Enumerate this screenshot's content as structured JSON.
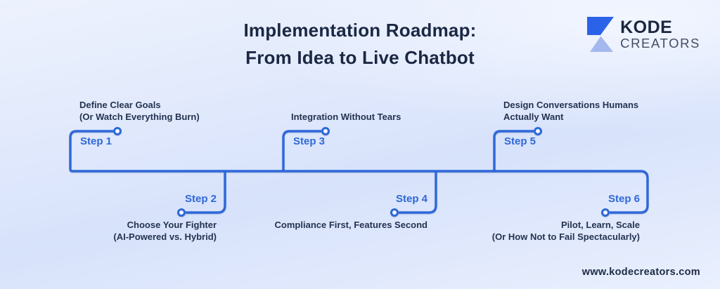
{
  "page": {
    "title_line1": "Implementation Roadmap:",
    "title_line2": "From Idea to Live Chatbot",
    "website": "www.kodecreators.com"
  },
  "brand": {
    "name": "KODE",
    "subname": "CREATORS",
    "logo_icon": "k-mark-icon",
    "logo_dark_color": "#2b63e8",
    "logo_light_color": "#a5b8ee"
  },
  "colors": {
    "accent_blue": "#2f68d8",
    "heading_navy": "#1b2844",
    "text_navy": "#243350",
    "background_light": "#edf2fd",
    "background_mid": "#d7e2fb"
  },
  "timeline": {
    "orientation": "horizontal",
    "milestone_count": 6,
    "steps": [
      {
        "label": "Step 1",
        "position": "above",
        "lines": [
          "Define Clear Goals",
          "(Or Watch Everything Burn)"
        ]
      },
      {
        "label": "Step 2",
        "position": "below",
        "lines": [
          "Choose Your Fighter",
          "(AI-Powered vs. Hybrid)"
        ]
      },
      {
        "label": "Step 3",
        "position": "above",
        "lines": [
          "Integration Without Tears"
        ]
      },
      {
        "label": "Step 4",
        "position": "below",
        "lines": [
          "Compliance First, Features Second"
        ]
      },
      {
        "label": "Step 5",
        "position": "above",
        "lines": [
          "Design Conversations Humans",
          "Actually Want"
        ]
      },
      {
        "label": "Step 6",
        "position": "below",
        "lines": [
          "Pilot, Learn, Scale",
          "(Or How Not to Fail Spectacularly)"
        ]
      }
    ]
  }
}
